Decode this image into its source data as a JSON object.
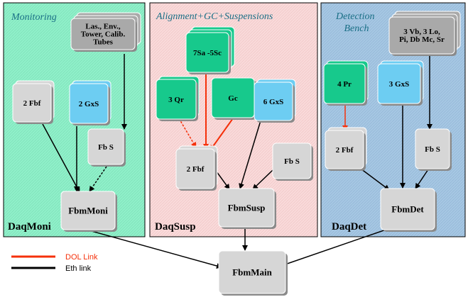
{
  "colors": {
    "monitoring_bg": "#8FF0C9",
    "susp_bg": "#F9DADA",
    "det_bg": "#A6C7E3",
    "grey": "#D6D6D6",
    "grey_dark": "#A9A9A9",
    "teal": "#17C98C",
    "blue": "#6DCDF2",
    "dol": "#F5300A",
    "eth": "#000000",
    "title_text": "#1A6F86"
  },
  "panels": [
    {
      "title": "Monitoring",
      "system": "DaqMoni"
    },
    {
      "title": "Alignment+GC+Suspensions",
      "system": "DaqSusp"
    },
    {
      "title": "Detection\nBench",
      "system": "DaqDet"
    }
  ],
  "nodes": {
    "moni_lasers": "Las., Env.,\nTower, Calib.\nTubes",
    "moni_fbf": "2 Fbf",
    "moni_gxs": "2 GxS",
    "moni_fbs": "Fb S",
    "moni_fbm": "FbmMoni",
    "susp_7sa": "7Sa -5Sc",
    "susp_qr": "3 Qr",
    "susp_gc": "Gc",
    "susp_gxs": "6 GxS",
    "susp_fbf": "2 Fbf",
    "susp_fbs": "Fb S",
    "susp_fbm": "FbmSusp",
    "det_vb": "3 Vb, 3 Lo,\nPi, Db Mc, Sr",
    "det_pr": "4 Pr",
    "det_gxs": "3 GxS",
    "det_fbf": "2 Fbf",
    "det_fbs": "Fb S",
    "det_fbm": "FbmDet",
    "main": "FbmMain"
  },
  "legend": {
    "dol": "DOL Link",
    "eth": "Eth link"
  }
}
